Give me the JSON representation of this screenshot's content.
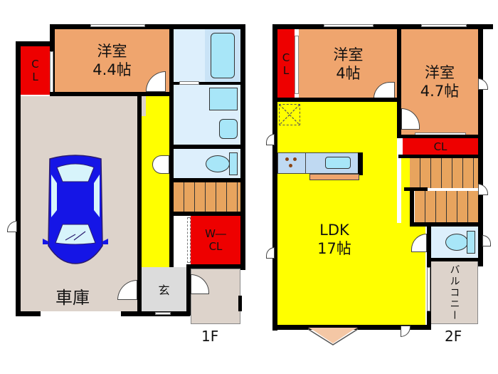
{
  "colors": {
    "western_room": "#EFA56E",
    "closet": "#EE0000",
    "corridor": "#FFFF00",
    "garage": "#DDD3CB",
    "bath": "#DDEFFC",
    "fixture": "#A8E6F8",
    "entrance": "#DCDCDC",
    "stairs": "#E8A45E",
    "car": "#1515E6",
    "car_glass": "#D7F4FB",
    "bay_window": "#F4C7A5",
    "wall": "#000000"
  },
  "floor1": {
    "label": "1F",
    "rooms": {
      "western_room": {
        "name": "洋室",
        "size": "4.4帖"
      },
      "closet": {
        "line1": "C",
        "line2": "L"
      },
      "garage": {
        "name": "車庫"
      },
      "walk_in_closet": {
        "line1": "W―",
        "line2": "CL"
      },
      "entrance": {
        "name": "玄"
      }
    }
  },
  "floor2": {
    "label": "2F",
    "rooms": {
      "western_room_a": {
        "name": "洋室",
        "size": "4帖"
      },
      "western_room_b": {
        "name": "洋室",
        "size": "4.7帖"
      },
      "closet_left": {
        "line1": "C",
        "line2": "L"
      },
      "closet_right": {
        "name": "CL"
      },
      "ldk": {
        "name": "LDK",
        "size": "17帖"
      },
      "balcony": {
        "name": "バルコニー"
      }
    }
  }
}
